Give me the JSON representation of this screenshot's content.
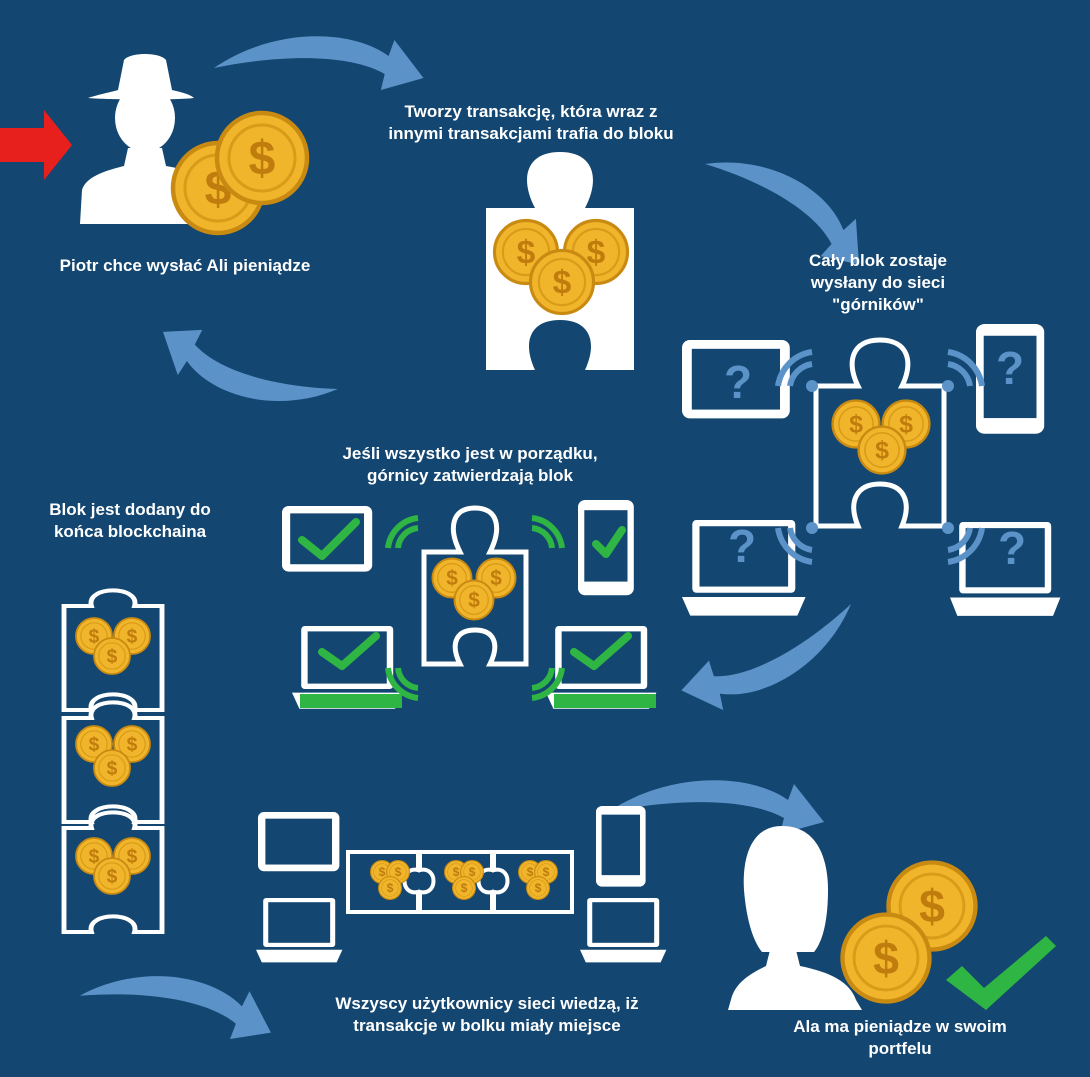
{
  "steps": [
    {
      "lines": [
        "Piotr chce wysłać Ali pieniądze"
      ]
    },
    {
      "lines": [
        "Tworzy transakcję, która wraz z",
        "innymi transakcjami trafia do bloku"
      ]
    },
    {
      "lines": [
        "Cały blok zostaje",
        "wysłany do sieci",
        "\"górników\""
      ]
    },
    {
      "lines": [
        "Jeśli wszystko jest w porządku,",
        "górnicy zatwierdzają blok"
      ]
    },
    {
      "lines": [
        "Blok jest dodany do",
        "końca blockchaina"
      ]
    },
    {
      "lines": [
        "Wszyscy użytkownicy sieci wiedzą, iż",
        "transakcje w bolku miały miejsce"
      ]
    },
    {
      "lines": [
        "Ala ma pieniądze w swoim",
        "portfelu"
      ]
    }
  ],
  "symbols": {
    "currency": "$",
    "unknown": "?"
  },
  "icons": [
    "arrow-icon",
    "man-silhouette-icon",
    "woman-silhouette-icon",
    "coin-icon",
    "puzzle-block-icon",
    "tablet-icon",
    "phone-icon",
    "laptop-icon",
    "wifi-signal-icon",
    "checkmark-icon"
  ],
  "colors": {
    "background": "#134670",
    "arrow": "#5b93c9",
    "coin": "#f1b52c",
    "coin_dark": "#c98a12",
    "check_green": "#2fb543",
    "pointer_red": "#e8201d",
    "white": "#ffffff"
  }
}
